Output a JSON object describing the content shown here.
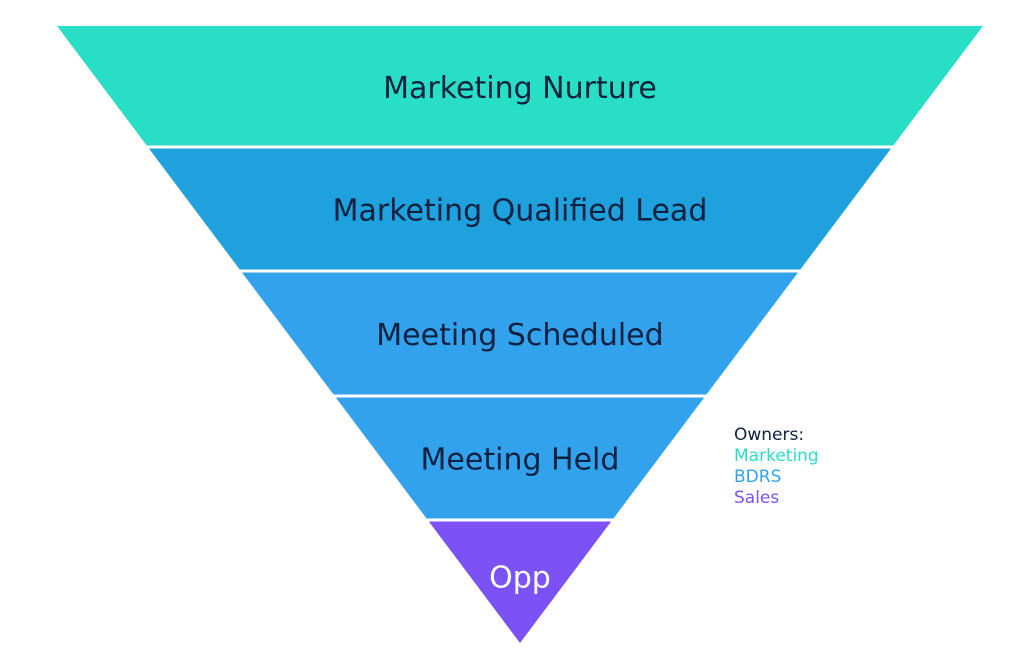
{
  "funnel": {
    "stages": [
      {
        "label": "Marketing Nurture",
        "owner": "Marketing",
        "fill": "#28dfc6",
        "text_color": "#0f2140"
      },
      {
        "label": "Marketing Qualified Lead",
        "owner": "BDRS",
        "fill": "#1ea1dc",
        "text_color": "#0f2140"
      },
      {
        "label": "Meeting Scheduled",
        "owner": "BDRS",
        "fill": "#33a2ec",
        "text_color": "#0f2140"
      },
      {
        "label": "Meeting Held",
        "owner": "BDRS",
        "fill": "#33a2ec",
        "text_color": "#0f2140"
      },
      {
        "label": "Opp",
        "owner": "Sales",
        "fill": "#7c52f7",
        "text_color": "#ffffff"
      }
    ]
  },
  "legend": {
    "title": "Owners:",
    "title_color": "#0f2140",
    "items": [
      {
        "label": "Marketing",
        "color": "#28dfc6"
      },
      {
        "label": "BDRS",
        "color": "#33a2ec"
      },
      {
        "label": "Sales",
        "color": "#7c52f7"
      }
    ]
  }
}
